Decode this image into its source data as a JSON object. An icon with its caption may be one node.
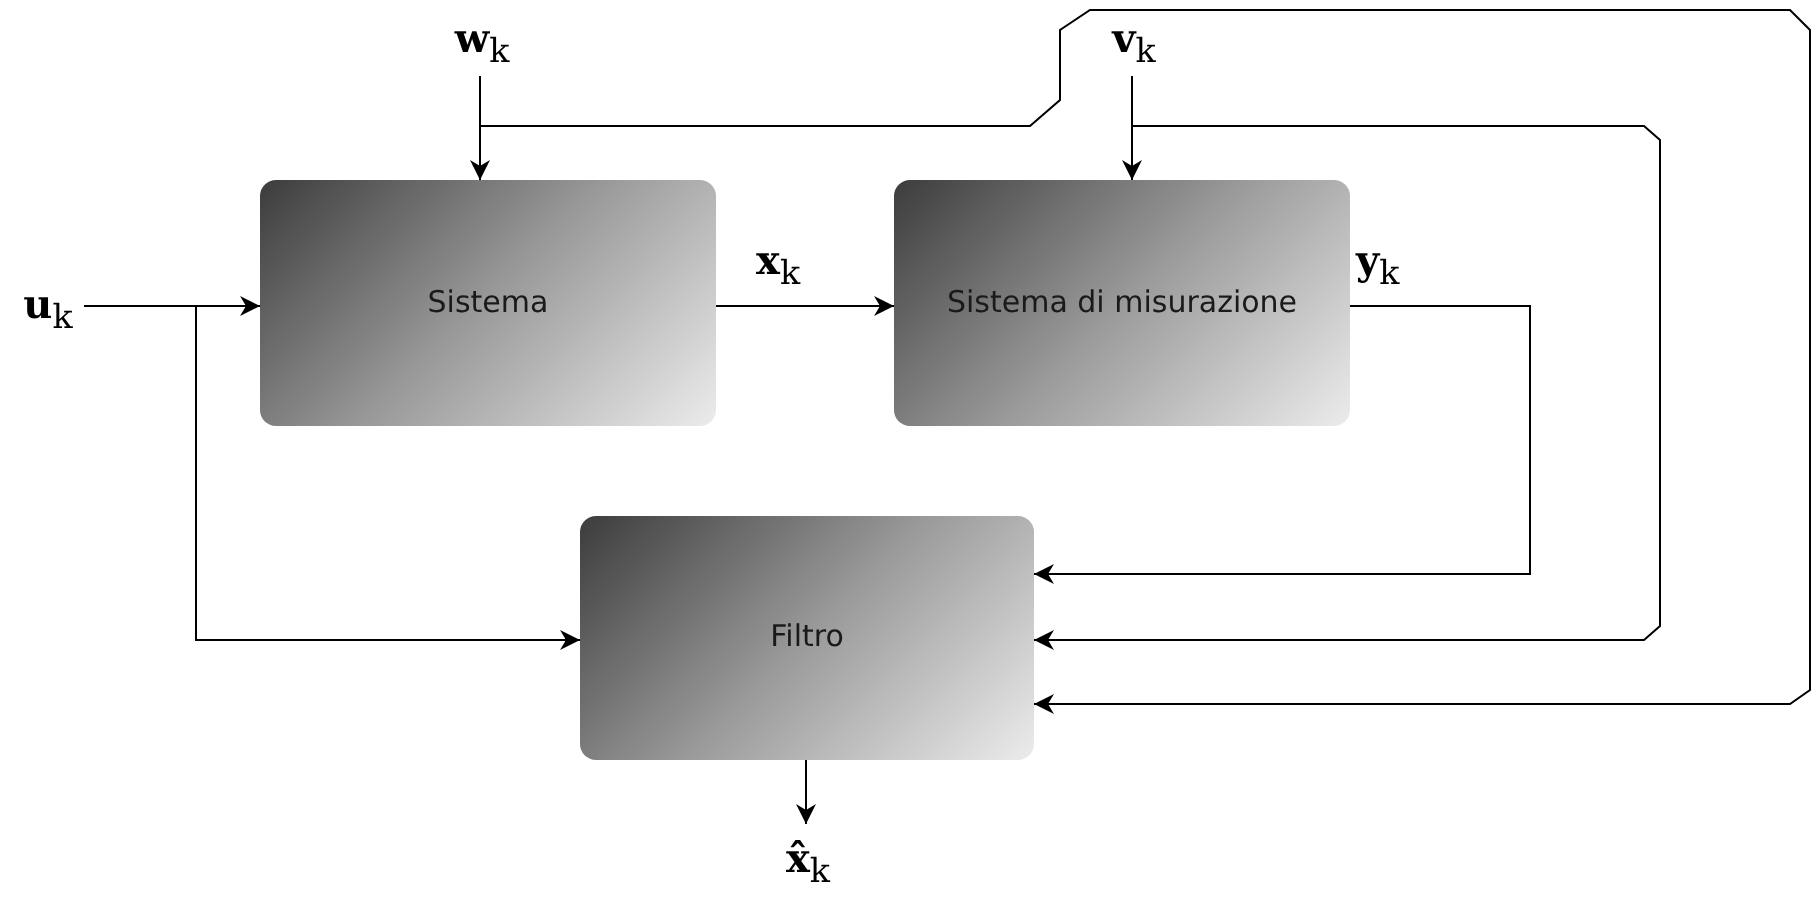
{
  "diagram": {
    "nodes": [
      {
        "text": [
          "**w**$_{k}$"
        ]
      },
      {
        "text": [
          "**v**$_{k}$"
        ]
      },
      {
        "text": [
          "**u**$_{k}$"
        ]
      },
      {
        "text": [
          "Sistema"
        ]
      },
      {
        "text": [
          "Sistema di misurazione"
        ]
      },
      {
        "text": [
          "Filtro"
        ]
      },
      {
        "text": [
          "**x̂**$_{k}$"
        ]
      }
    ],
    "edges": [
      {
        "from": 0,
        "to": 3,
        "arrow": "to"
      },
      {
        "from": 1,
        "to": 4,
        "arrow": "to"
      },
      {
        "from": 2,
        "to": 3,
        "arrow": "to"
      },
      {
        "from": 2,
        "to": 5,
        "arrow": "to"
      },
      {
        "from": 3,
        "to": 4,
        "arrow": "to",
        "label": "**x**$_{k}$"
      },
      {
        "from": 4,
        "to": 5,
        "arrow": "to",
        "label": "**y**$_{k}$"
      },
      {
        "from": 0,
        "to": 5,
        "arrow": "to"
      },
      {
        "from": 1,
        "to": 5,
        "arrow": "to"
      },
      {
        "from": 5,
        "to": 6,
        "arrow": "to"
      }
    ]
  }
}
